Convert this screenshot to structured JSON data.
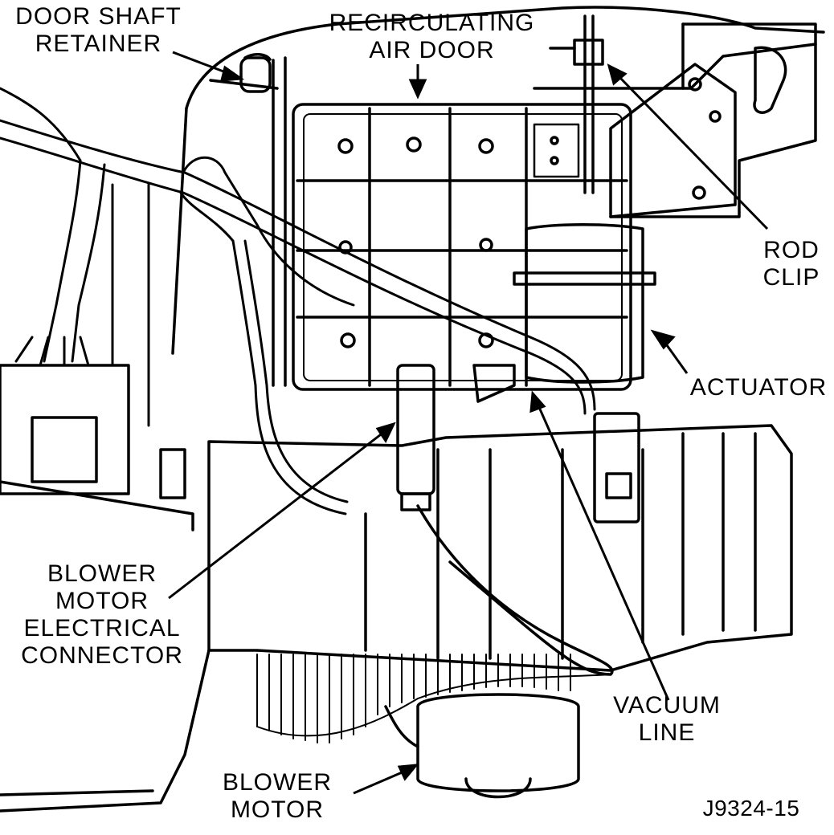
{
  "figure": {
    "reference_code": "J9324-15",
    "callouts": {
      "door_shaft_retainer": [
        "DOOR SHAFT",
        "RETAINER"
      ],
      "recirculating_air_door": [
        "RECIRCULATING",
        "AIR DOOR"
      ],
      "rod_clip": [
        "ROD",
        "CLIP"
      ],
      "actuator": [
        "ACTUATOR"
      ],
      "blower_motor_electrical_connector": [
        "BLOWER",
        "MOTOR",
        "ELECTRICAL",
        "CONNECTOR"
      ],
      "vacuum_line": [
        "VACUUM",
        "LINE"
      ],
      "blower_motor": [
        "BLOWER",
        "MOTOR"
      ]
    }
  }
}
